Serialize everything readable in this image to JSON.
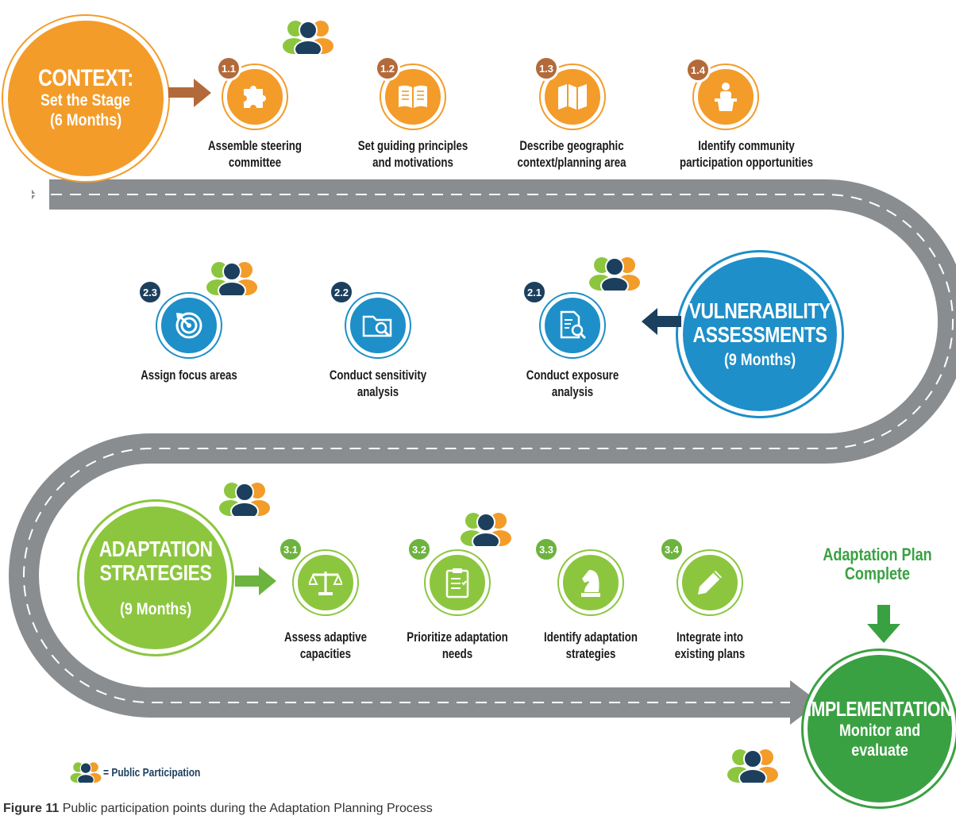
{
  "colors": {
    "context": "#f39c2a",
    "context_badge": "#b36a3a",
    "vulnerability": "#1e8fc8",
    "vulnerability_badge": "#1c3f5e",
    "adaptation": "#8cc63f",
    "adaptation_badge": "#6db33f",
    "implementation": "#3aa142",
    "road": "#8a8d90"
  },
  "phases": {
    "context": {
      "title": "CONTEXT:",
      "subtitle": "Set the Stage",
      "duration": "(6 Months)"
    },
    "vulnerability": {
      "title_line1": "VULNERABILITY",
      "title_line2": "ASSESSMENTS",
      "duration": "(9 Months)"
    },
    "adaptation": {
      "title_line1": "ADAPTATION",
      "title_line2": "STRATEGIES",
      "duration": "(9 Months)"
    },
    "implementation": {
      "title": "IMPLEMENTATION",
      "subtitle_line1": "Monitor and",
      "subtitle_line2": "evaluate"
    }
  },
  "steps": [
    {
      "number": "1.1",
      "icon": "puzzle-icon",
      "label_line1": "Assemble steering",
      "label_line2": "committee",
      "public_participation": true
    },
    {
      "number": "1.2",
      "icon": "book-icon",
      "label_line1": "Set guiding principles",
      "label_line2": "and motivations",
      "public_participation": false
    },
    {
      "number": "1.3",
      "icon": "map-icon",
      "label_line1": "Describe geographic",
      "label_line2": "context/planning area",
      "public_participation": false
    },
    {
      "number": "1.4",
      "icon": "podium-speaker-icon",
      "label_line1": "Identify community",
      "label_line2": "participation opportunities",
      "public_participation": false
    },
    {
      "number": "2.1",
      "icon": "document-search-icon",
      "label_line1": "Conduct exposure",
      "label_line2": "analysis",
      "public_participation": true
    },
    {
      "number": "2.2",
      "icon": "folder-search-icon",
      "label_line1": "Conduct sensitivity",
      "label_line2": "analysis",
      "public_participation": false
    },
    {
      "number": "2.3",
      "icon": "target-icon",
      "label_line1": "Assign focus areas",
      "label_line2": "",
      "public_participation": true
    },
    {
      "number": "3.1",
      "icon": "scales-icon",
      "label_line1": "Assess adaptive",
      "label_line2": "capacities",
      "public_participation": false
    },
    {
      "number": "3.2",
      "icon": "clipboard-icon",
      "label_line1": "Prioritize adaptation",
      "label_line2": "needs",
      "public_participation": true
    },
    {
      "number": "3.3",
      "icon": "chess-knight-icon",
      "label_line1": "Identify adaptation",
      "label_line2": "strategies",
      "public_participation": false
    },
    {
      "number": "3.4",
      "icon": "pen-icon",
      "label_line1": "Integrate into",
      "label_line2": "existing plans",
      "public_participation": false
    }
  ],
  "plan_complete": {
    "line1": "Adaptation Plan",
    "line2": "Complete"
  },
  "legend": {
    "icon": "public-participation-icon",
    "label": "= Public Participation"
  },
  "caption": {
    "figure": "Figure 11",
    "text": "Public participation points during the Adaptation Planning Process"
  }
}
